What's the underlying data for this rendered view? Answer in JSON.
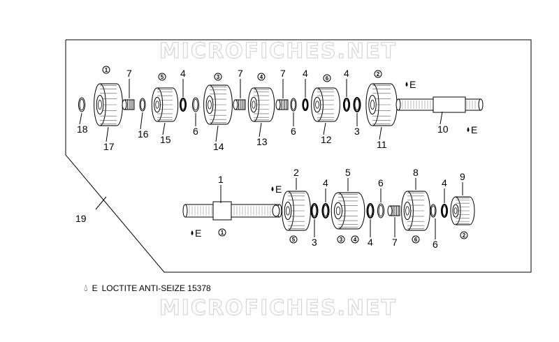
{
  "watermark": "MICROFICHES.NET",
  "legend": {
    "symbol_letter": "E",
    "text": "LOCTITE ANTI-SEIZE 15378"
  },
  "assembly_label": "19",
  "upper_shaft": {
    "parts": [
      {
        "num": "18",
        "kind": "washer"
      },
      {
        "num": "17",
        "kind": "gear",
        "circled": "1"
      },
      {
        "num": "7",
        "kind": "bearing"
      },
      {
        "num": "16",
        "kind": "washer"
      },
      {
        "num": "15",
        "kind": "gear",
        "circled": "5"
      },
      {
        "num": "4",
        "kind": "ring"
      },
      {
        "num": "6",
        "kind": "washer"
      },
      {
        "num": "14",
        "kind": "gear",
        "circled": "3"
      },
      {
        "num": "7",
        "kind": "bearing"
      },
      {
        "num": "13",
        "kind": "gear",
        "circled": "4"
      },
      {
        "num": "7",
        "kind": "bearing"
      },
      {
        "num": "6",
        "kind": "washer"
      },
      {
        "num": "4",
        "kind": "ring"
      },
      {
        "num": "12",
        "kind": "gear",
        "circled": "6"
      },
      {
        "num": "4",
        "kind": "ring"
      },
      {
        "num": "3",
        "kind": "ring"
      },
      {
        "num": "11",
        "kind": "gear",
        "circled": "2"
      },
      {
        "num": "10",
        "kind": "shaft"
      }
    ],
    "loctite_marks": [
      "E",
      "E"
    ]
  },
  "lower_shaft": {
    "parts": [
      {
        "num": "1",
        "kind": "shaft",
        "circled": "1"
      },
      {
        "num": "2",
        "kind": "gear",
        "circled": "5"
      },
      {
        "num": "3",
        "kind": "ring"
      },
      {
        "num": "4",
        "kind": "ring"
      },
      {
        "num": "5",
        "kind": "gear",
        "circled": "3"
      },
      {
        "num": "4",
        "kind": "ring",
        "circled": "4"
      },
      {
        "num": "6",
        "kind": "washer"
      },
      {
        "num": "7",
        "kind": "bearing"
      },
      {
        "num": "8",
        "kind": "gear",
        "circled": "6"
      },
      {
        "num": "4",
        "kind": "ring"
      },
      {
        "num": "6",
        "kind": "washer"
      },
      {
        "num": "9",
        "kind": "gear",
        "circled": "2"
      }
    ],
    "loctite_marks": [
      "E",
      "E"
    ]
  }
}
